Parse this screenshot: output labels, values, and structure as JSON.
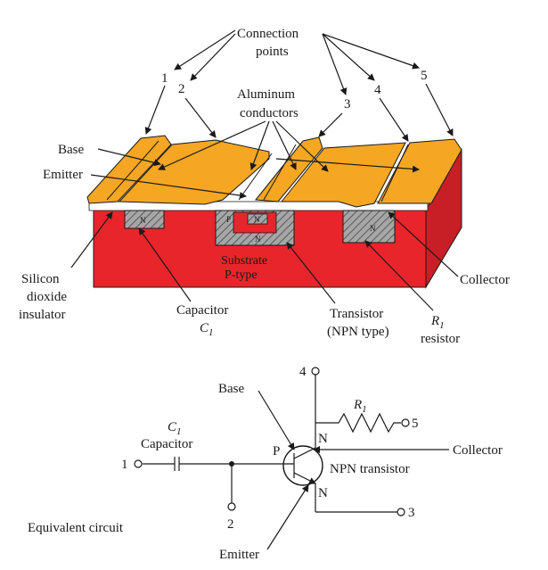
{
  "top": {
    "connection_points": [
      "Connection",
      "points"
    ],
    "point_numbers": [
      "1",
      "2",
      "3",
      "4",
      "5"
    ],
    "aluminum": [
      "Aluminum",
      "conductors"
    ],
    "base": "Base",
    "emitter": "Emitter",
    "silicon": [
      "Silicon",
      "dioxide",
      "insulator"
    ],
    "capacitor": [
      "Capacitor",
      "C"
    ],
    "capacitor_sub": "1",
    "transistor": [
      "Transistor",
      "(NPN type)"
    ],
    "resistor_r": "R",
    "resistor_sub": "1",
    "resistor_word": "resistor",
    "collector": "Collector",
    "substrate": [
      "Substrate",
      "P-type"
    ],
    "region_n": "N",
    "region_p": "P"
  },
  "circuit": {
    "node_4": "4",
    "node_5": "5",
    "node_1": "1",
    "node_2": "2",
    "node_3": "3",
    "base": "Base",
    "r": "R",
    "r_sub": "1",
    "c": "C",
    "c_sub": "1",
    "capacitor": "Capacitor",
    "p": "P",
    "n_top": "N",
    "n_bottom": "N",
    "collector": "Collector",
    "npn": "NPN transistor",
    "emitter": "Emitter",
    "equivalent": "Equivalent circuit"
  },
  "colors": {
    "aluminum": "#f5a623",
    "substrate": "#e8252b",
    "substrate_side": "#b81c22",
    "doped_region": "#9a9a9a",
    "oxide": "#ffffff"
  }
}
